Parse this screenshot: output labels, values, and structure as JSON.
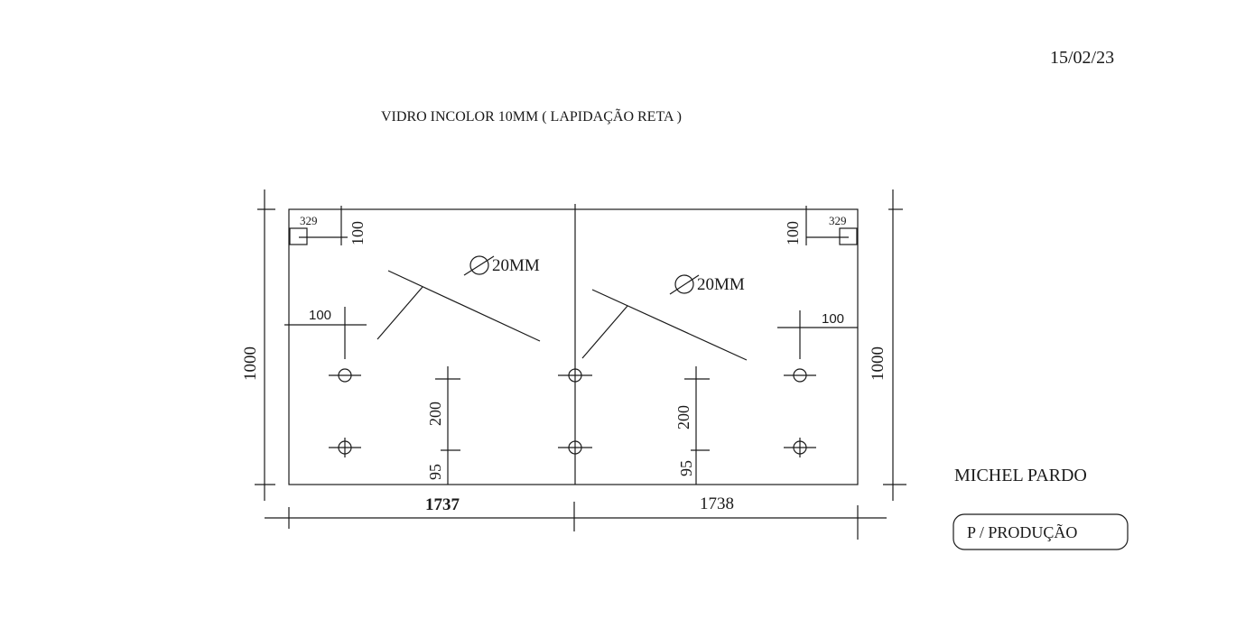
{
  "date": "15/02/23",
  "title": "VIDRO INCOLOR 10MM  ( LAPIDAÇÃO RETA )",
  "author": "MICHEL PARDO",
  "stamp": "P / PRODUÇÃO",
  "dimensions": {
    "height_left": "1000",
    "height_right": "1000",
    "width_left": "1737",
    "width_right": "1738"
  },
  "left_panel": {
    "notch_width": "329",
    "notch_depth": "100",
    "hole_offset_side": "100",
    "hole_spacing": "200",
    "hole_from_bottom": "95",
    "hole_callout": "20MM"
  },
  "right_panel": {
    "notch_width": "329",
    "notch_depth": "100",
    "hole_offset_side": "100",
    "hole_spacing": "200",
    "hole_from_bottom": "95",
    "hole_callout": "20MM"
  },
  "icons": {
    "hole": "hole-crosshair-icon",
    "diameter": "diameter-symbol-icon"
  }
}
